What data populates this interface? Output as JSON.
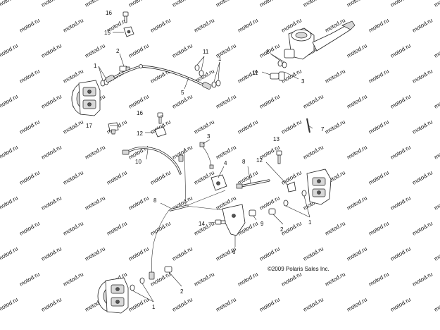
{
  "watermark": "motod.ru",
  "copyright": "©2009 Polaris Sales Inc.",
  "callouts": [
    {
      "id": "c16a",
      "label": "16"
    },
    {
      "id": "c15",
      "label": "15"
    },
    {
      "id": "c2a",
      "label": "2"
    },
    {
      "id": "c1a",
      "label": "1"
    },
    {
      "id": "c11a",
      "label": "11"
    },
    {
      "id": "c1b",
      "label": "1"
    },
    {
      "id": "c5",
      "label": "5"
    },
    {
      "id": "c1c",
      "label": "1"
    },
    {
      "id": "c11b",
      "label": "11"
    },
    {
      "id": "c3a",
      "label": "3"
    },
    {
      "id": "c16b",
      "label": "16"
    },
    {
      "id": "c17",
      "label": "17"
    },
    {
      "id": "c12a",
      "label": "12"
    },
    {
      "id": "c7",
      "label": "7"
    },
    {
      "id": "c3b",
      "label": "3"
    },
    {
      "id": "c10",
      "label": "10"
    },
    {
      "id": "c4",
      "label": "4"
    },
    {
      "id": "c13",
      "label": "13"
    },
    {
      "id": "c8a",
      "label": "8"
    },
    {
      "id": "c12b",
      "label": "12"
    },
    {
      "id": "c8b",
      "label": "8"
    },
    {
      "id": "c14",
      "label": "14"
    },
    {
      "id": "c9",
      "label": "9"
    },
    {
      "id": "c2b",
      "label": "2"
    },
    {
      "id": "c1d",
      "label": "1"
    },
    {
      "id": "c6",
      "label": "6"
    },
    {
      "id": "c2c",
      "label": "2"
    },
    {
      "id": "c1e",
      "label": "1"
    }
  ]
}
